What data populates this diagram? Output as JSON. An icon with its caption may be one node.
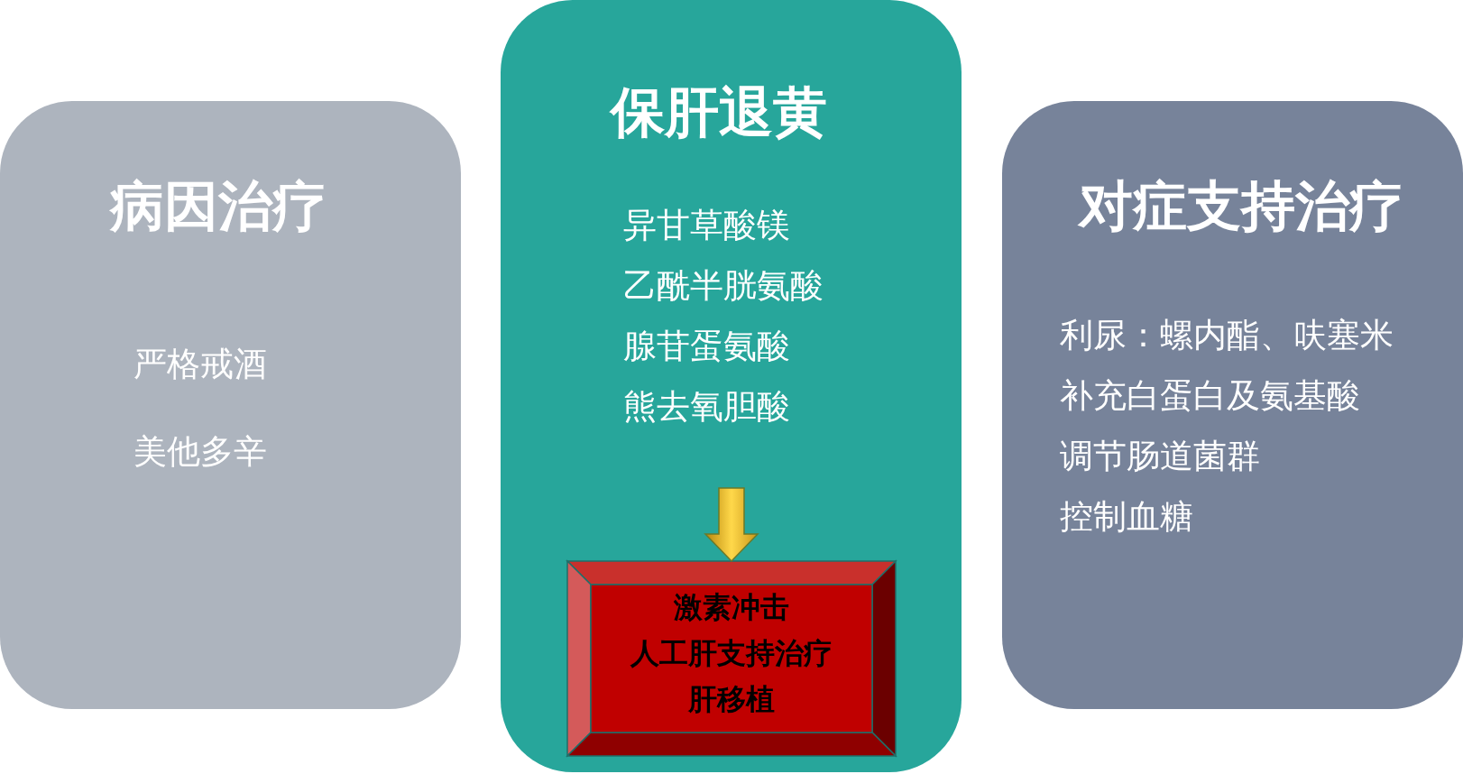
{
  "diagram": {
    "nodes": [
      {
        "text": [
          "病因治疗",
          "严格戒酒",
          "美他多辛"
        ]
      },
      {
        "text": [
          "保肝退黄",
          "异甘草酸镁",
          "乙酰半胱氨酸",
          "腺苷蛋氨酸",
          "熊去氧胆酸"
        ]
      },
      {
        "text": [
          "激素冲击",
          "人工肝支持治疗",
          "肝移植"
        ],
        "in": 1
      },
      {
        "text": [
          "对症支持治疗",
          "利尿：螺内酯、呋塞米",
          "补充白蛋白及氨基酸",
          "调节肠道菌群",
          "控制血糖"
        ]
      }
    ],
    "edges": [
      {
        "from": null,
        "to": 2,
        "arrow": "to"
      }
    ]
  }
}
